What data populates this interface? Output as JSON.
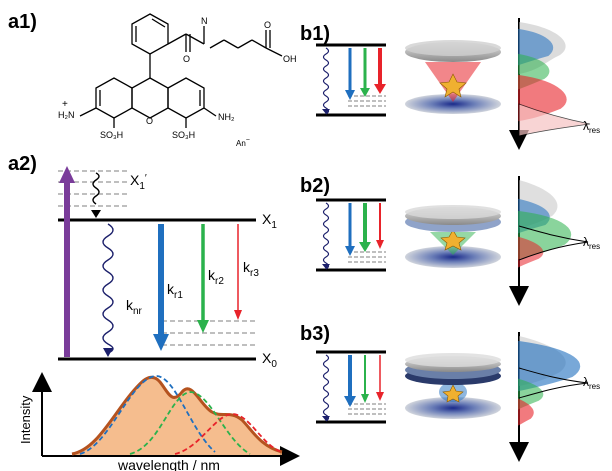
{
  "panels": {
    "a1": "a1)",
    "a2": "a2)",
    "b1": "b1)",
    "b2": "b2)",
    "b3": "b3)"
  },
  "molecule": {
    "methyl": "N",
    "carbonyl_o": "O",
    "acid_o": "O",
    "acid_oh": "OH",
    "left_amine": "H₂N",
    "left_plus": "+",
    "right_amine": "NH₂",
    "sulfo_left": "SO₃H",
    "sulfo_right": "SO₃H",
    "ring_o": "O",
    "anion": "An",
    "anion_charge": "−"
  },
  "jablonski": {
    "x1_prime": "X",
    "x1_prime_sub": "1",
    "x1_prime_mark": "′",
    "x1": "X",
    "x1_sub": "1",
    "x0": "X",
    "x0_sub": "0",
    "knr": "k",
    "knr_sub": "nr",
    "kr1": "k",
    "kr1_sub": "r1",
    "kr2": "k",
    "kr2_sub": "r2",
    "kr3": "k",
    "kr3_sub": "r3"
  },
  "spectrum": {
    "ylabel": "Intensity",
    "xlabel": "wavelength / nm"
  },
  "cavity_labels": {
    "b1": "λ",
    "b1_sub": "res",
    "b2": "λ",
    "b2_sub": "res",
    "b3": "λ",
    "b3_sub": "res"
  },
  "colors": {
    "blue": "#1f6fbf",
    "green": "#2bb24c",
    "red": "#e8232a",
    "purple": "#7a3c9a",
    "navy": "#1b1f6b",
    "orange_fill": "#f3b27a",
    "orange_line": "#b5531f"
  }
}
